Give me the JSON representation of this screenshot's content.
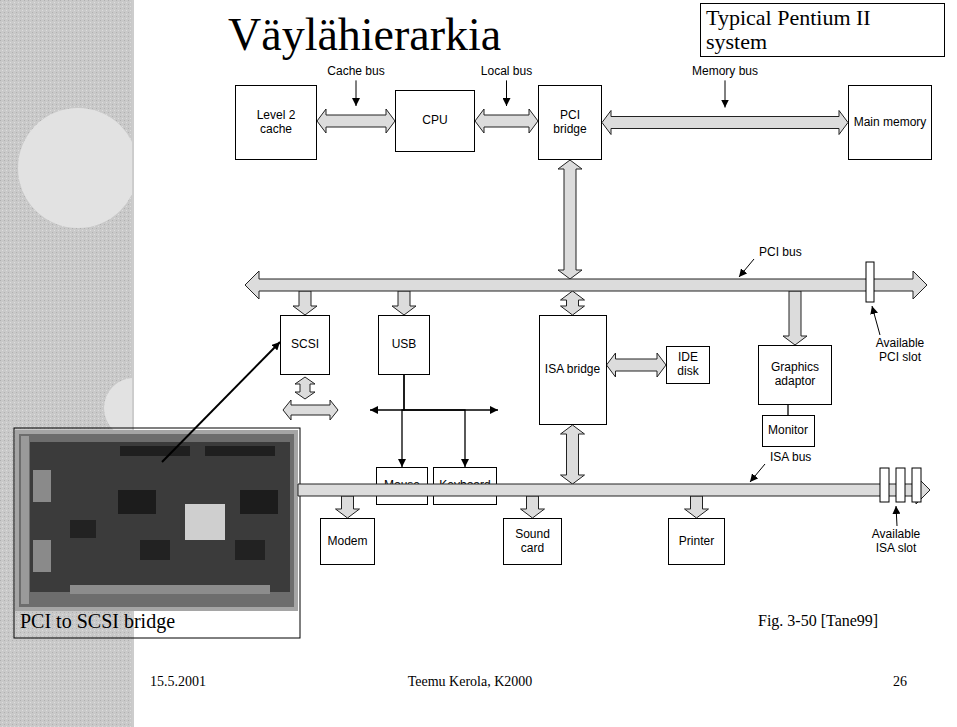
{
  "diagram": {
    "title": "Väylähierarkia",
    "nodes": [
      {
        "text": [
          "Typical Pentium II system"
        ]
      },
      {
        "text": [
          "Level 2 cache"
        ]
      },
      {
        "text": [
          "CPU"
        ]
      },
      {
        "text": [
          "PCI bridge"
        ]
      },
      {
        "text": [
          "Main memory"
        ]
      },
      {
        "text": [
          "PCI bus"
        ]
      },
      {
        "text": [
          "SCSI"
        ]
      },
      {
        "text": [
          "USB"
        ]
      },
      {
        "text": [
          "ISA bridge"
        ]
      },
      {
        "text": [
          "IDE disk"
        ]
      },
      {
        "text": [
          "Graphics adaptor"
        ]
      },
      {
        "text": [
          "Monitor"
        ]
      },
      {
        "text": [
          "Mouse"
        ]
      },
      {
        "text": [
          "Keyboard"
        ]
      },
      {
        "text": [
          "ISA bus"
        ]
      },
      {
        "text": [
          "Modem"
        ]
      },
      {
        "text": [
          "Sound card"
        ]
      },
      {
        "text": [
          "Printer"
        ]
      }
    ],
    "edges": [
      {
        "from": 1,
        "to": 2,
        "arrow": "both",
        "label": "Cache bus"
      },
      {
        "from": 2,
        "to": 3,
        "arrow": "both",
        "label": "Local bus"
      },
      {
        "from": 3,
        "to": 4,
        "arrow": "both",
        "label": "Memory bus"
      },
      {
        "from": 3,
        "to": 5,
        "arrow": "both"
      },
      {
        "from": 5,
        "to": 6,
        "arrow": "to"
      },
      {
        "from": 5,
        "to": 7,
        "arrow": "to"
      },
      {
        "from": 5,
        "to": 8,
        "arrow": "both"
      },
      {
        "from": 5,
        "to": 10,
        "arrow": "to"
      },
      {
        "from": 8,
        "to": 9,
        "arrow": "both"
      },
      {
        "from": 10,
        "to": 11,
        "arrow": "none"
      },
      {
        "from": 7,
        "to": 12,
        "arrow": "to"
      },
      {
        "from": 7,
        "to": 13,
        "arrow": "to"
      },
      {
        "from": 8,
        "to": 14,
        "arrow": "both"
      },
      {
        "from": 14,
        "to": 15,
        "arrow": "to"
      },
      {
        "from": 14,
        "to": 16,
        "arrow": "to"
      },
      {
        "from": 14,
        "to": 17,
        "arrow": "to"
      }
    ],
    "labels": [
      "Available PCI slot",
      "Available ISA slot",
      "PCI to SCSI bridge",
      "Fig. 3-50 [Tane99]",
      "15.5.2001",
      "Teemu Kerola, K2000",
      "26"
    ]
  }
}
